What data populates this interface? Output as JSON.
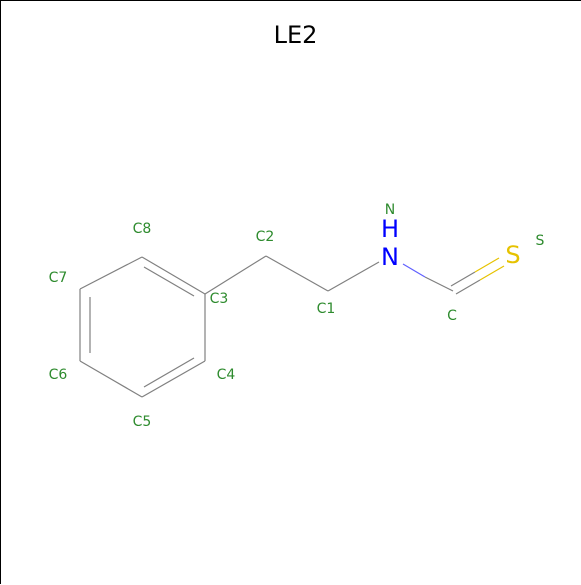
{
  "title": "LE2",
  "colors": {
    "bond": "#808080",
    "label": "#2e8b2e",
    "nitrogen": "#0000ff",
    "sulfur": "#e6c200",
    "title": "#000000"
  },
  "atom_labels": {
    "c1": "C1",
    "c2": "C2",
    "c3": "C3",
    "c4": "C4",
    "c5": "C5",
    "c6": "C6",
    "c7": "C7",
    "c8": "C8",
    "c": "C",
    "n": "N",
    "s": "S"
  },
  "atom_symbols": {
    "n_h": "H",
    "n_n": "N",
    "s": "S"
  }
}
